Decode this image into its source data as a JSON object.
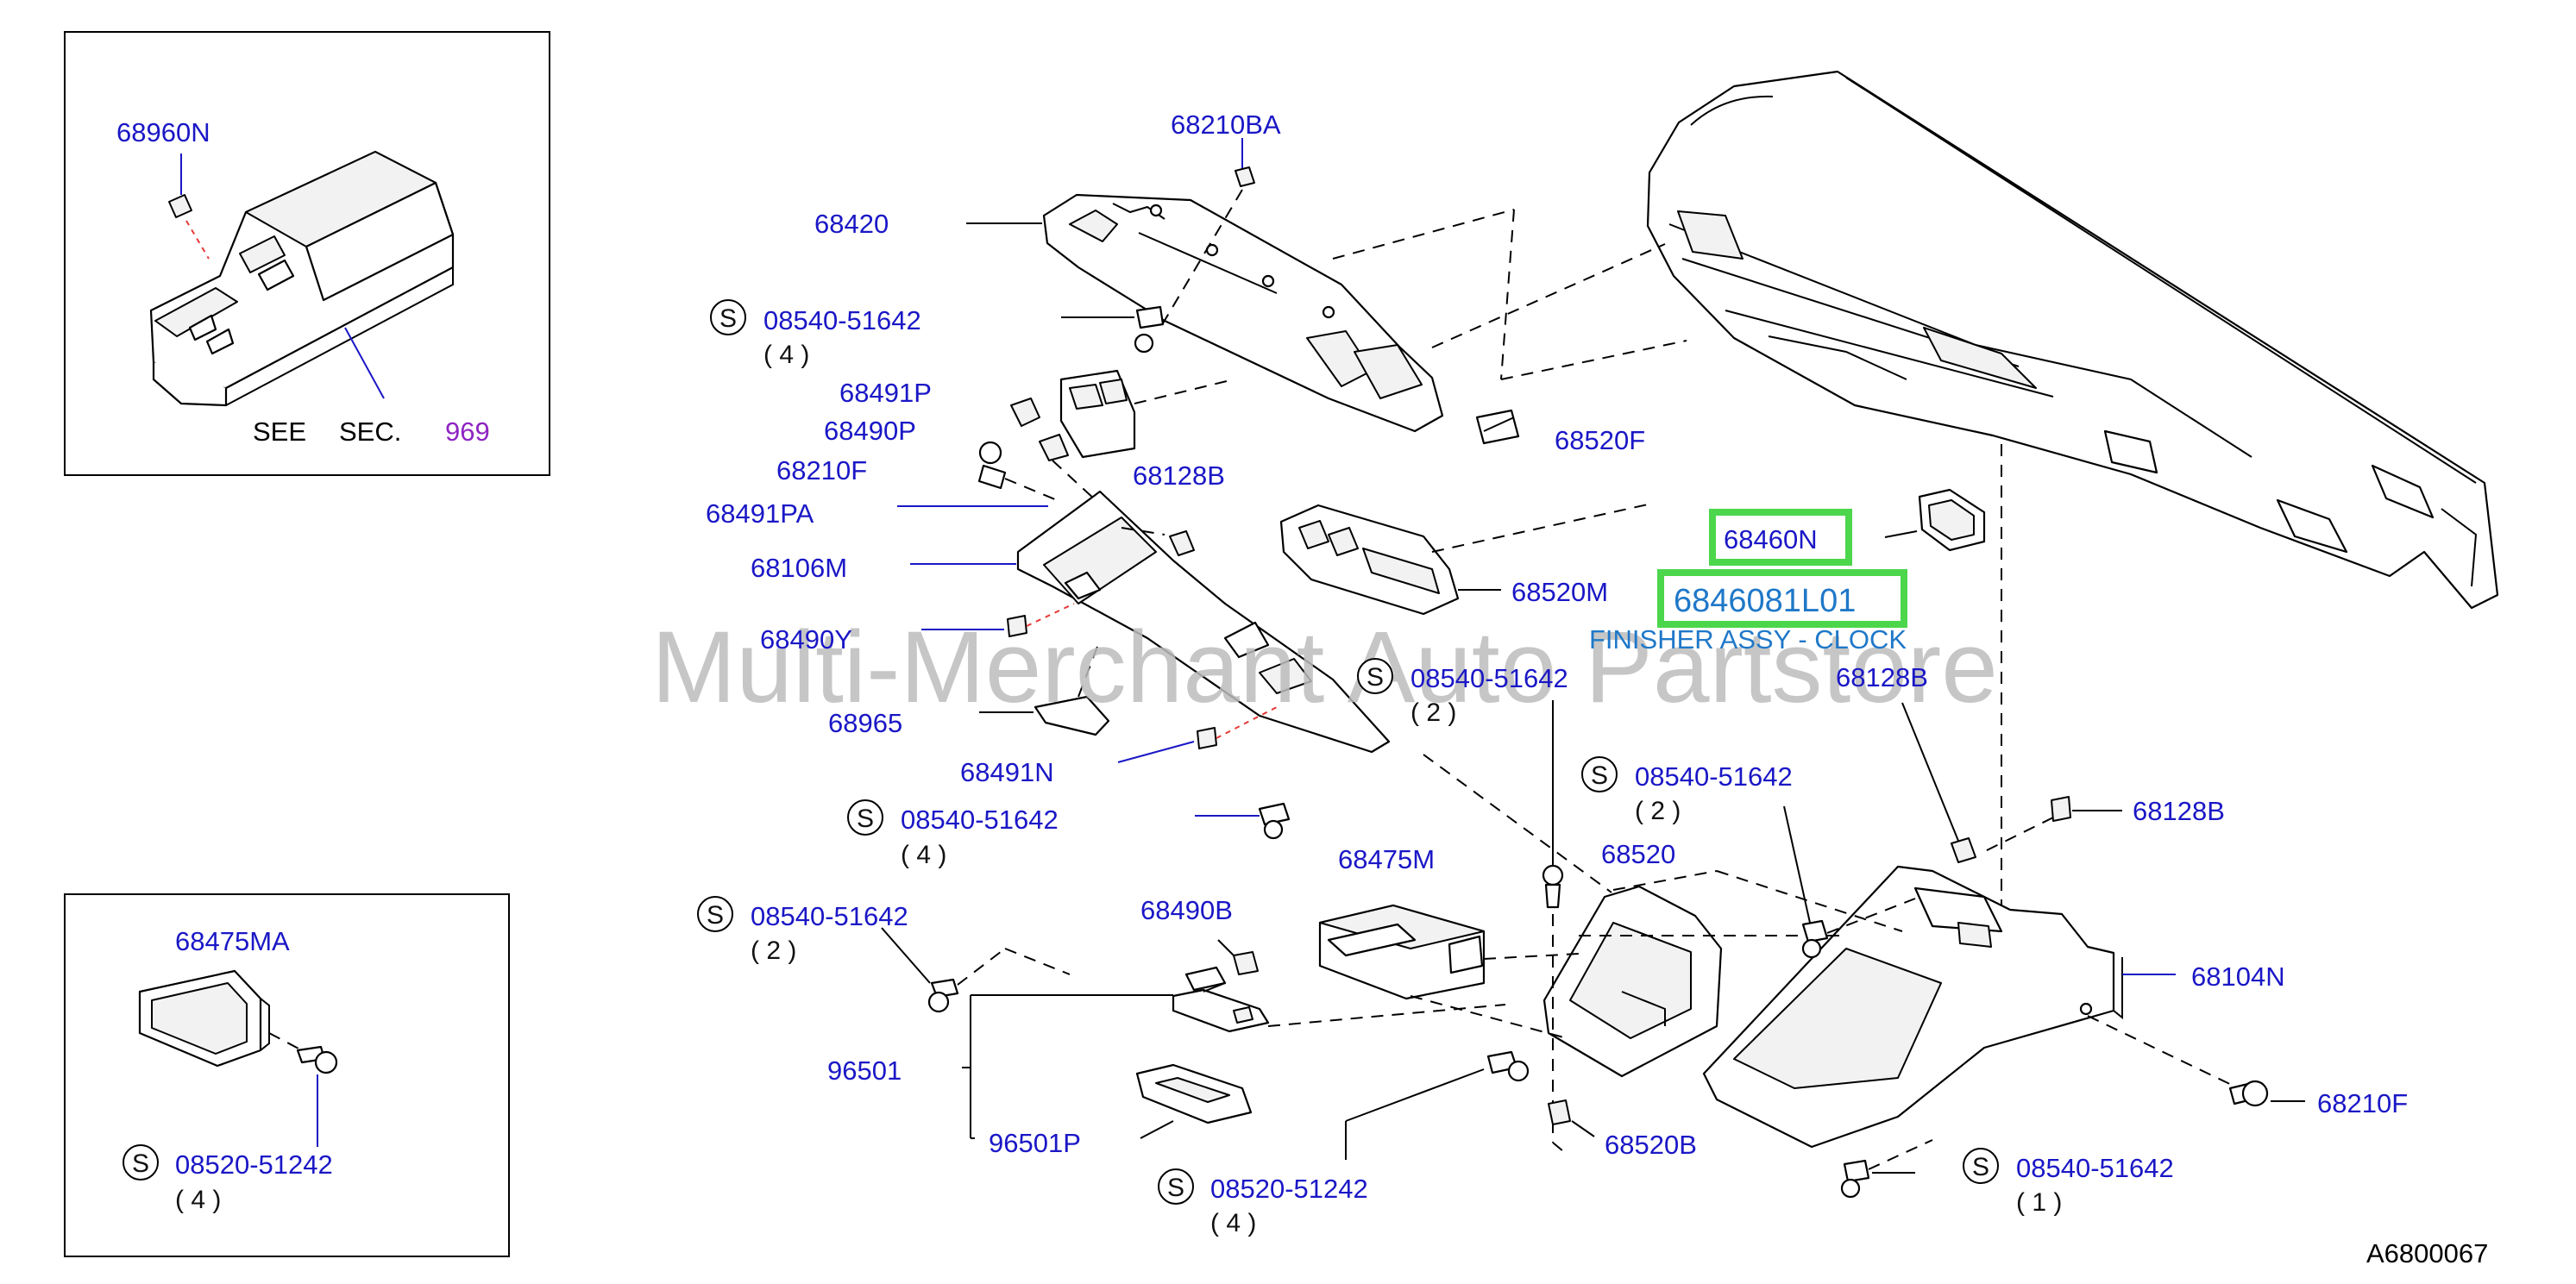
{
  "diagram": {
    "inset_top": {
      "part_label": "68960N",
      "see_text": "SEE",
      "sec_text": "SEC.",
      "sec_number": "969"
    },
    "inset_bottom": {
      "part_label": "68475MA",
      "bolt_code": "08520-51242",
      "bolt_qty": "( 4 )",
      "bolt_symbol": "S"
    },
    "highlight": {
      "part": "68460N",
      "selected": "6846081L01",
      "description": "FINISHER ASSY - CLOCK"
    },
    "labels": {
      "p68210BA": "68210BA",
      "p68420": "68420",
      "p68491P": "68491P",
      "p68490P": "68490P",
      "p68210F_a": "68210F",
      "p68491PA": "68491PA",
      "p68128B_a": "68128B",
      "p68106M": "68106M",
      "p68490Y": "68490Y",
      "p68965": "68965",
      "p68491N": "68491N",
      "p68520F": "68520F",
      "p68520M": "68520M",
      "p68128B_b": "68128B",
      "p68128B_c": "68128B",
      "p68475M": "68475M",
      "p68490B": "68490B",
      "p96501": "96501",
      "p96501P": "96501P",
      "p68520": "68520",
      "p68104N": "68104N",
      "p68210F_b": "68210F",
      "p68520B": "68520B"
    },
    "screws": [
      {
        "symbol": "S",
        "code": "08540-51642",
        "qty": "( 4 )"
      },
      {
        "symbol": "S",
        "code": "08540-51642",
        "qty": "( 4 )"
      },
      {
        "symbol": "S",
        "code": "08540-51642",
        "qty": "( 2 )"
      },
      {
        "symbol": "S",
        "code": "08540-51642",
        "qty": "( 2 )"
      },
      {
        "symbol": "S",
        "code": "08540-51642",
        "qty": "( 2 )"
      },
      {
        "symbol": "S",
        "code": "08520-51242",
        "qty": "( 4 )"
      },
      {
        "symbol": "S",
        "code": "08540-51642",
        "qty": "( 1 )"
      }
    ],
    "watermark": "Multi-Merchant Auto Partstore",
    "figure_code": "A6800067",
    "colors": {
      "label_blue": "#1a17c6",
      "highlight_green": "#4cd64c",
      "highlight_text": "#1f78c8",
      "sec_purple": "#8e24c2",
      "watermark_gray": "#bdbdbd"
    }
  }
}
